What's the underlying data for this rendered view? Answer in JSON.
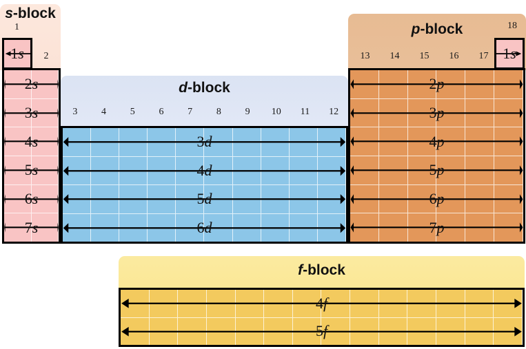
{
  "diagram": {
    "title": "Periodic table orbital blocks",
    "background": "#ffffff"
  },
  "blocks": {
    "s": {
      "label_italic": "s",
      "label_rest": "-block",
      "fill": "#f9c4c4",
      "header_fill": "#fde8dd",
      "groups": [
        "1",
        "2"
      ],
      "rows": [
        {
          "n": "1",
          "l": "s",
          "arrow": "left"
        },
        {
          "n": "2",
          "l": "s",
          "arrow": "both"
        },
        {
          "n": "3",
          "l": "s",
          "arrow": "both"
        },
        {
          "n": "4",
          "l": "s",
          "arrow": "both"
        },
        {
          "n": "5",
          "l": "s",
          "arrow": "both"
        },
        {
          "n": "6",
          "l": "s",
          "arrow": "both"
        },
        {
          "n": "7",
          "l": "s",
          "arrow": "both"
        }
      ]
    },
    "d": {
      "label_italic": "d",
      "label_rest": "-block",
      "fill": "#8cc6e8",
      "header_fill": "#dbe3f3",
      "groups": [
        "3",
        "4",
        "5",
        "6",
        "7",
        "8",
        "9",
        "10",
        "11",
        "12"
      ],
      "rows": [
        {
          "n": "3",
          "l": "d",
          "arrow": "both"
        },
        {
          "n": "4",
          "l": "d",
          "arrow": "both"
        },
        {
          "n": "5",
          "l": "d",
          "arrow": "both"
        },
        {
          "n": "6",
          "l": "d",
          "arrow": "both"
        }
      ]
    },
    "p": {
      "label_italic": "p",
      "label_rest": "-block",
      "fill": "#e3975a",
      "header_fill": "#e7bb93",
      "groups": [
        "13",
        "14",
        "15",
        "16",
        "17"
      ],
      "group18": "18",
      "helium_cell": {
        "n": "1",
        "l": "s",
        "arrow": "right",
        "fill": "#f9c4c4"
      },
      "rows": [
        {
          "n": "2",
          "l": "p",
          "arrow": "both"
        },
        {
          "n": "3",
          "l": "p",
          "arrow": "both"
        },
        {
          "n": "4",
          "l": "p",
          "arrow": "both"
        },
        {
          "n": "5",
          "l": "p",
          "arrow": "both"
        },
        {
          "n": "6",
          "l": "p",
          "arrow": "both"
        },
        {
          "n": "7",
          "l": "p",
          "arrow": "both"
        }
      ]
    },
    "f": {
      "label_italic": "f",
      "label_rest": "-block",
      "fill": "#f3ca5e",
      "header_fill": "#fbeaa0",
      "columns": 14,
      "rows": [
        {
          "n": "4",
          "l": "f",
          "arrow": "both"
        },
        {
          "n": "5",
          "l": "f",
          "arrow": "both"
        }
      ]
    }
  }
}
